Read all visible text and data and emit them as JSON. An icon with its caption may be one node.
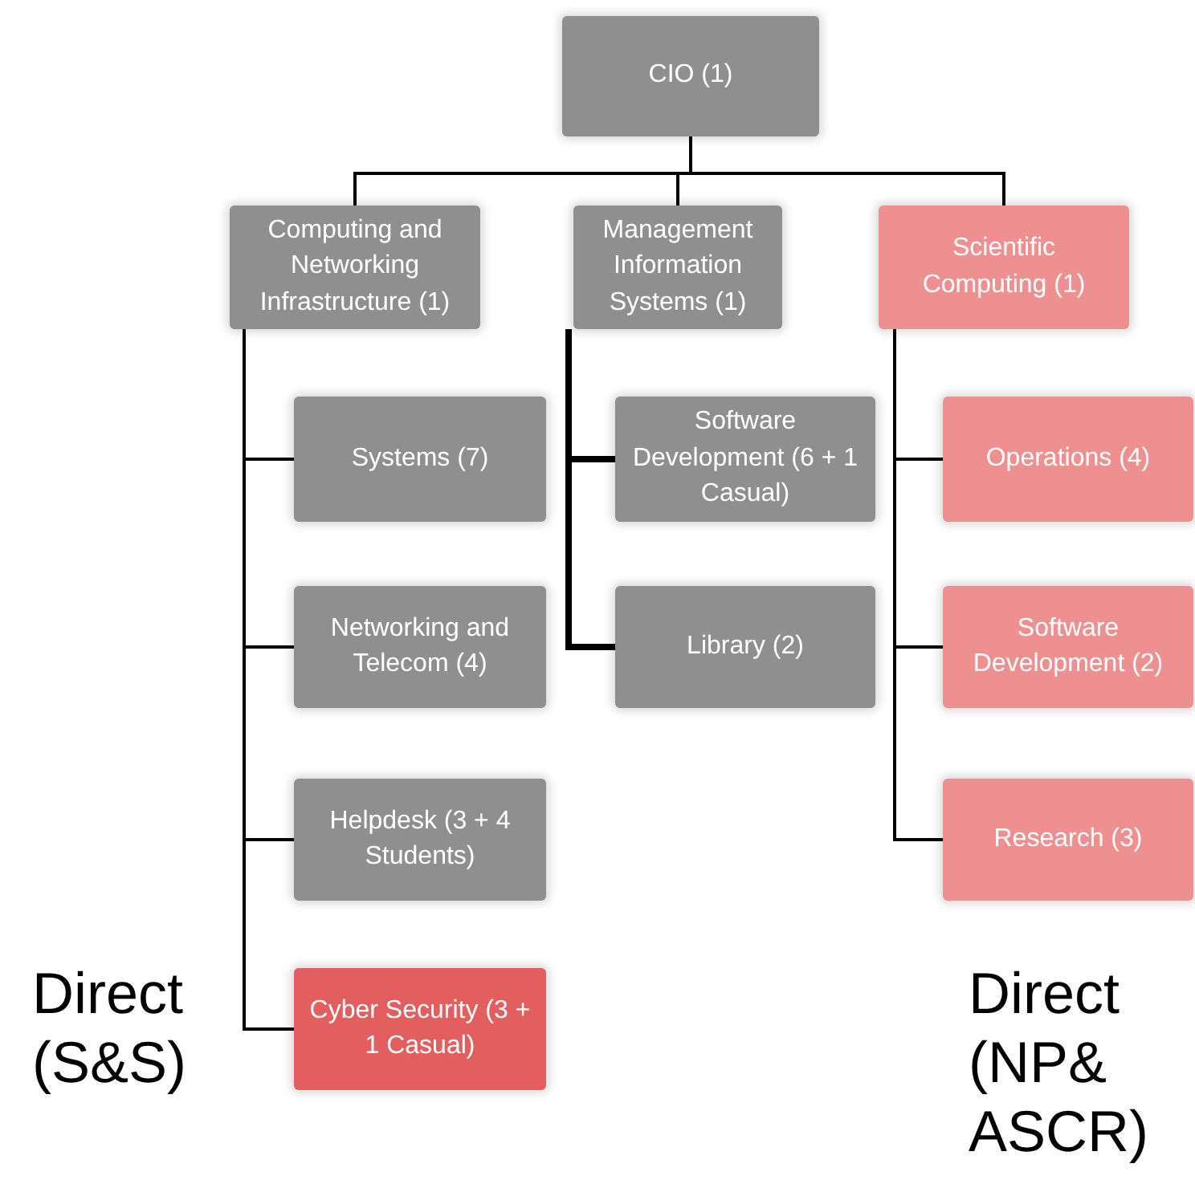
{
  "diagram": {
    "nodes": [
      {
        "text": [
          "CIO (1)"
        ]
      },
      {
        "text": [
          "Computing and Networking Infrastructure (1)"
        ]
      },
      {
        "text": [
          "Management Information Systems (1)"
        ]
      },
      {
        "text": [
          "Scientific Computing (1)"
        ]
      },
      {
        "text": [
          "Systems (7)"
        ]
      },
      {
        "text": [
          "Networking and Telecom (4)"
        ]
      },
      {
        "text": [
          "Helpdesk (3 + 4 Students)"
        ]
      },
      {
        "text": [
          "Cyber Security (3 + 1 Casual)"
        ]
      },
      {
        "text": [
          "Software Development (6 + 1 Casual)"
        ]
      },
      {
        "text": [
          "Library (2)"
        ]
      },
      {
        "text": [
          "Operations (4)"
        ]
      },
      {
        "text": [
          "Software Development (2)"
        ]
      },
      {
        "text": [
          "Research (3)"
        ]
      }
    ],
    "edges": [
      {
        "from": 0,
        "to": 1,
        "arrow": "none"
      },
      {
        "from": 0,
        "to": 2,
        "arrow": "none"
      },
      {
        "from": 0,
        "to": 3,
        "arrow": "none"
      },
      {
        "from": 1,
        "to": 4,
        "arrow": "none"
      },
      {
        "from": 1,
        "to": 5,
        "arrow": "none"
      },
      {
        "from": 1,
        "to": 6,
        "arrow": "none"
      },
      {
        "from": 1,
        "to": 7,
        "arrow": "none"
      },
      {
        "from": 2,
        "to": 8,
        "arrow": "none",
        "style": "thick"
      },
      {
        "from": 2,
        "to": 9,
        "arrow": "none",
        "style": "thick"
      },
      {
        "from": 3,
        "to": 10,
        "arrow": "none"
      },
      {
        "from": 3,
        "to": 11,
        "arrow": "none"
      },
      {
        "from": 3,
        "to": 12,
        "arrow": "none"
      }
    ],
    "labels": [
      "Direct (S&S)",
      "Direct (NP& ASCR)"
    ]
  }
}
